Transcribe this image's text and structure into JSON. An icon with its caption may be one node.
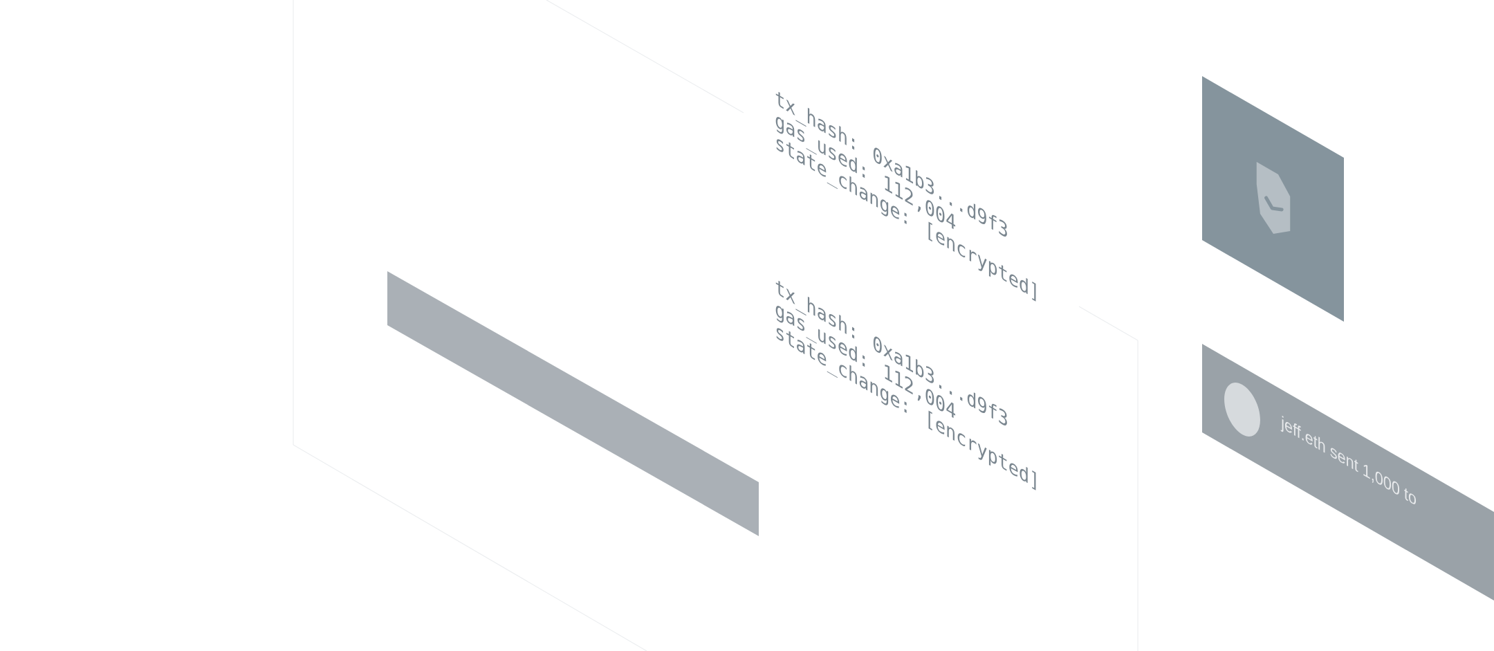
{
  "diagram": {
    "nodes": [
      {
        "text": [],
        "shape": "bar"
      },
      {
        "text": [
          "jeff.eth sent 1,000 to"
        ]
      }
    ],
    "labels": [
      "tx_hash: 0xa1b3...d9f3",
      "gas_used: 112,004",
      "state_change: [encrypted]",
      "tx_hash: 0xa1b3...d9f3",
      "gas_used: 112,004",
      "state_change: [encrypted]"
    ]
  }
}
